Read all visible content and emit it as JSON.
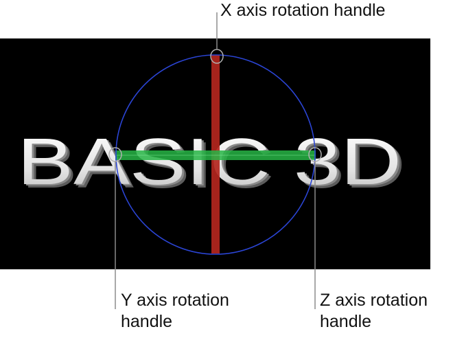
{
  "canvas": {
    "title_text": "BASIC 3D",
    "background_color": "#000000"
  },
  "gizmo": {
    "ring_color": "#2b45d6",
    "x_axis_color": "#b3261e",
    "y_axis_color": "#2fbf4a",
    "handle_color": "#9a9a9a"
  },
  "callouts": {
    "x_handle": {
      "line1": "X axis rotation handle"
    },
    "y_handle": {
      "line1": "Y axis rotation",
      "line2": "handle"
    },
    "z_handle": {
      "line1": "Z axis rotation",
      "line2": "handle"
    }
  }
}
